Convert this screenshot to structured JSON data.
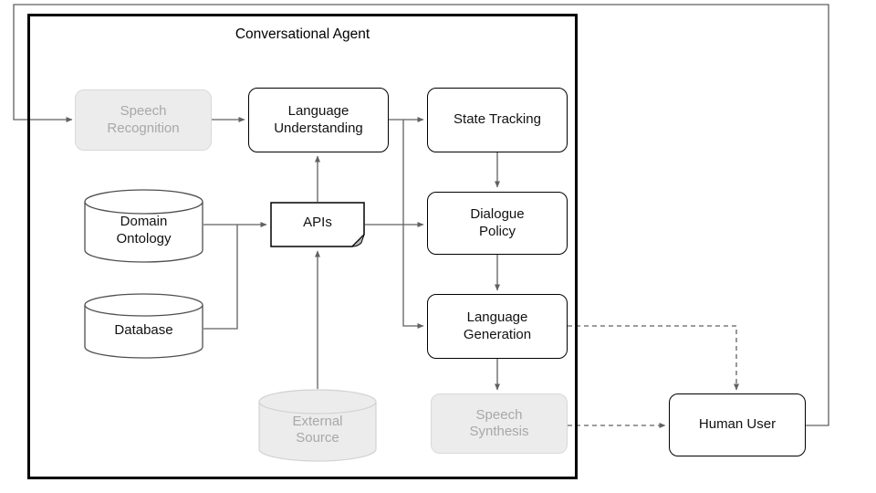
{
  "title": "Conversational Agent",
  "nodes": {
    "speech_recognition": {
      "label": "Speech\nRecognition",
      "shape": "rounded-rect",
      "state": "inactive"
    },
    "language_understanding": {
      "label": "Language\nUnderstanding",
      "shape": "rounded-rect",
      "state": "active"
    },
    "state_tracking": {
      "label": "State Tracking",
      "shape": "rounded-rect",
      "state": "active"
    },
    "domain_ontology": {
      "label": "Domain\nOntology",
      "shape": "cylinder",
      "state": "active"
    },
    "apis": {
      "label": "APIs",
      "shape": "document",
      "state": "active"
    },
    "dialogue_policy": {
      "label": "Dialogue\nPolicy",
      "shape": "rounded-rect",
      "state": "active"
    },
    "database": {
      "label": "Database",
      "shape": "cylinder",
      "state": "active"
    },
    "language_generation": {
      "label": "Language\nGeneration",
      "shape": "rounded-rect",
      "state": "active"
    },
    "external_source": {
      "label": "External\nSource",
      "shape": "cylinder",
      "state": "inactive"
    },
    "speech_synthesis": {
      "label": "Speech\nSynthesis",
      "shape": "rounded-rect",
      "state": "inactive"
    },
    "human_user": {
      "label": "Human User",
      "shape": "rounded-rect",
      "state": "active"
    }
  },
  "edges": [
    {
      "from": "human_user",
      "to": "speech_recognition",
      "style": "solid"
    },
    {
      "from": "speech_recognition",
      "to": "language_understanding",
      "style": "solid"
    },
    {
      "from": "language_understanding",
      "to": "state_tracking",
      "style": "solid"
    },
    {
      "from": "language_understanding",
      "to": "language_generation",
      "style": "solid"
    },
    {
      "from": "state_tracking",
      "to": "dialogue_policy",
      "style": "solid"
    },
    {
      "from": "domain_ontology",
      "to": "apis",
      "style": "solid"
    },
    {
      "from": "database",
      "to": "apis",
      "style": "solid"
    },
    {
      "from": "apis",
      "to": "language_understanding",
      "style": "solid"
    },
    {
      "from": "apis",
      "to": "dialogue_policy",
      "style": "solid"
    },
    {
      "from": "external_source",
      "to": "apis",
      "style": "solid"
    },
    {
      "from": "dialogue_policy",
      "to": "language_generation",
      "style": "solid"
    },
    {
      "from": "language_generation",
      "to": "speech_synthesis",
      "style": "solid"
    },
    {
      "from": "language_generation",
      "to": "human_user",
      "style": "dashed"
    },
    {
      "from": "speech_synthesis",
      "to": "human_user",
      "style": "dashed"
    }
  ],
  "colors": {
    "line": "#616161",
    "box_border": "#000000",
    "box_fill": "#ffffff",
    "inactive_fill": "#ececec",
    "inactive_border": "#d9d9d9",
    "inactive_text": "#a8a8a8",
    "text": "#000000"
  }
}
